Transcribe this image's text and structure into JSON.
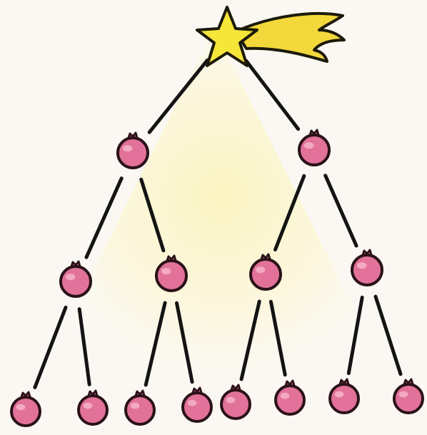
{
  "colors": {
    "background": "#fbf8f3",
    "crayon_wash": "#fbf3b8",
    "line": "#141414",
    "ornament_fill": "#e2729a",
    "ornament_highlight": "#f7b6cc",
    "ornament_outline": "#2a1218",
    "star_fill": "#f7e63a",
    "star_outline": "#1c1a08",
    "tail_fill": "#f3d83c"
  },
  "icons": {
    "top": "shooting-star-icon",
    "node": "ornament-ball-icon"
  },
  "tree": {
    "type": "binary-tree",
    "levels": 4,
    "root": "star",
    "children": [
      {
        "children": [
          {
            "children": [
              {},
              {}
            ]
          },
          {
            "children": [
              {},
              {}
            ]
          }
        ]
      },
      {
        "children": [
          {
            "children": [
              {},
              {}
            ]
          },
          {
            "children": [
              {},
              {}
            ]
          }
        ]
      }
    ]
  }
}
